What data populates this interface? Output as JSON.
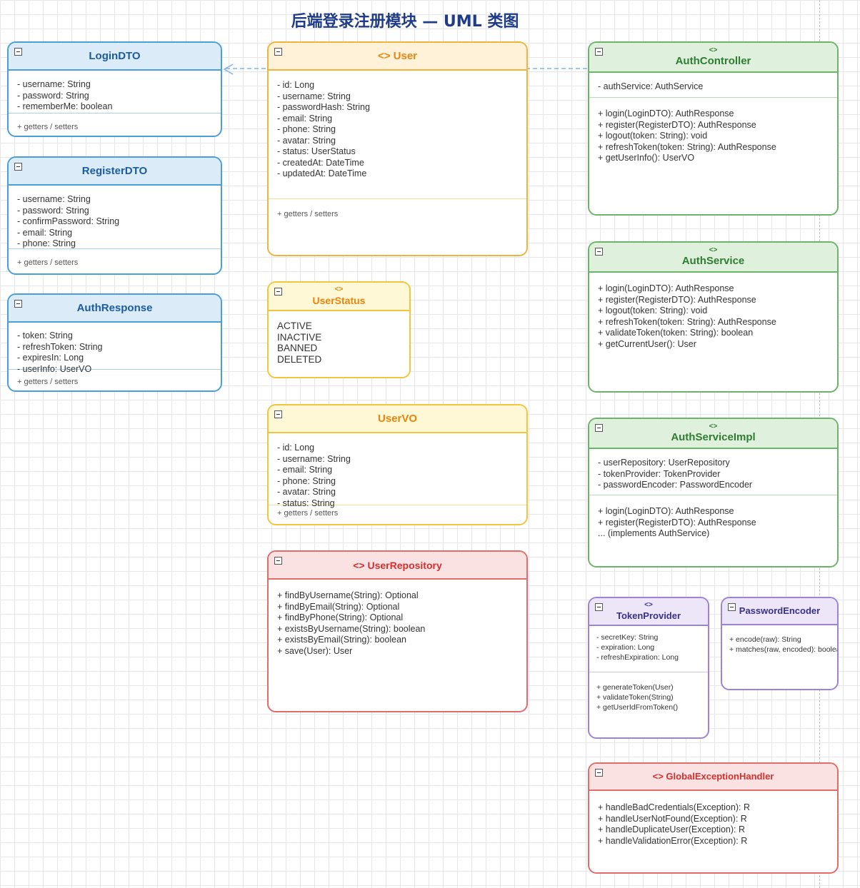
{
  "title": "后端登录注册模块 — UML 类图",
  "colors": {
    "blue": "#4a9fd8",
    "orange": "#f0b43c",
    "yellow": "#f2c53d",
    "green": "#6bb56b",
    "red": "#e06c6c",
    "purple": "#9c83d6",
    "title": "#1f3c88",
    "arrow": "#7fb6e6"
  },
  "loginDTO": {
    "name": "LoginDTO",
    "fields": [
      "- username: String",
      "- password: String",
      "- rememberMe: boolean"
    ],
    "methods": [
      "+ getters / setters"
    ]
  },
  "registerDTO": {
    "name": "RegisterDTO",
    "fields": [
      "- username: String",
      "- password: String",
      "- confirmPassword: String",
      "- email: String",
      "- phone: String"
    ],
    "methods": [
      "+ getters / setters"
    ]
  },
  "authResponse": {
    "name": "AuthResponse",
    "fields": [
      "- token: String",
      "- refreshToken: String",
      "- expiresIn: Long",
      "- userInfo: UserVO"
    ],
    "methods": [
      "+ getters / setters"
    ]
  },
  "user": {
    "name": "<> User",
    "fields": [
      "- id: Long",
      "- username: String",
      "- passwordHash: String",
      "- email: String",
      "- phone: String",
      "- avatar: String",
      "- status: UserStatus",
      "- createdAt: DateTime",
      "- updatedAt: DateTime"
    ],
    "methods": [
      "+ getters / setters"
    ]
  },
  "userStatus": {
    "stereotype": "<>",
    "name": "UserStatus",
    "values": [
      "ACTIVE",
      "INACTIVE",
      "BANNED",
      "DELETED"
    ]
  },
  "userVO": {
    "name": "UserVO",
    "fields": [
      "- id: Long",
      "- username: String",
      "- email: String",
      "- phone: String",
      "- avatar: String",
      "- status: String"
    ],
    "methods": [
      "+ getters / setters"
    ]
  },
  "userRepository": {
    "name": "<> UserRepository",
    "methods": [
      "+ findByUsername(String): Optional",
      "+ findByEmail(String): Optional",
      "+ findByPhone(String): Optional",
      "+ existsByUsername(String): boolean",
      "+ existsByEmail(String): boolean",
      "+ save(User): User"
    ]
  },
  "authController": {
    "stereotype": "<>",
    "name": "AuthController",
    "fields": [
      "- authService: AuthService"
    ],
    "methods": [
      "+ login(LoginDTO): AuthResponse",
      "+ register(RegisterDTO): AuthResponse",
      "+ logout(token: String): void",
      "+ refreshToken(token: String): AuthResponse",
      "+ getUserInfo(): UserVO"
    ]
  },
  "authService": {
    "stereotype": "<>",
    "name": "AuthService",
    "methods": [
      "+ login(LoginDTO): AuthResponse",
      "+ register(RegisterDTO): AuthResponse",
      "+ logout(token: String): void",
      "+ refreshToken(token: String): AuthResponse",
      "+ validateToken(token: String): boolean",
      "+ getCurrentUser(): User"
    ]
  },
  "authServiceImpl": {
    "stereotype": "<>",
    "name": "AuthServiceImpl",
    "fields": [
      "- userRepository: UserRepository",
      "- tokenProvider: TokenProvider",
      "- passwordEncoder: PasswordEncoder"
    ],
    "methods": [
      "+ login(LoginDTO): AuthResponse",
      "+ register(RegisterDTO): AuthResponse",
      "... (implements AuthService)"
    ]
  },
  "tokenProvider": {
    "stereotype": "<>",
    "name": "TokenProvider",
    "fields": [
      "- secretKey: String",
      "- expiration: Long",
      "- refreshExpiration: Long"
    ],
    "methods": [
      "+ generateToken(User)",
      "+ validateToken(String)",
      "+ getUserIdFromToken()"
    ]
  },
  "passwordEncoder": {
    "name": "PasswordEncoder",
    "methods": [
      "+ encode(raw): String",
      "+ matches(raw, encoded): boolean"
    ]
  },
  "globalExceptionHandler": {
    "name": "<> GlobalExceptionHandler",
    "methods": [
      "+ handleBadCredentials(Exception): R",
      "+ handleUserNotFound(Exception): R",
      "+ handleDuplicateUser(Exception): R",
      "+ handleValidationError(Exception): R"
    ]
  }
}
